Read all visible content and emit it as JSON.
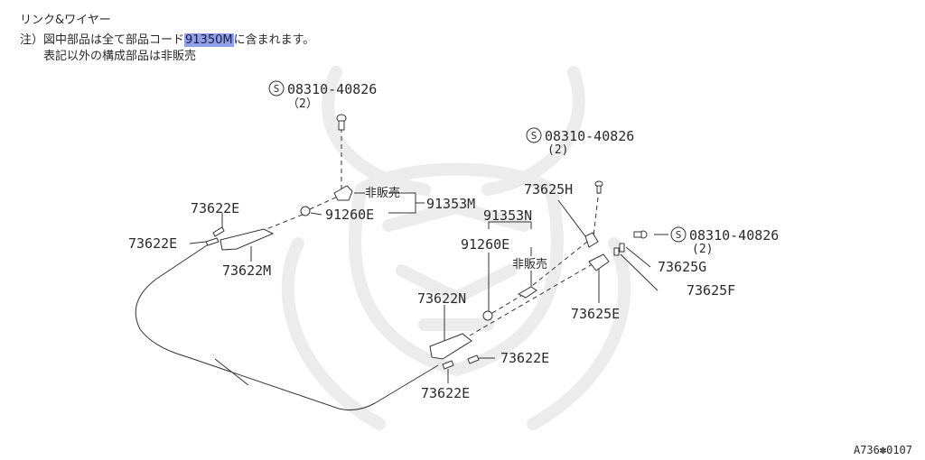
{
  "header": {
    "title": "リンク&ワイヤー",
    "note_prefix": "注）図中部品は全て部品コード",
    "note_code": "91350M",
    "note_suffix": "に含まれます。",
    "note_line2": "表記以外の構成部品は非販売"
  },
  "labels": {
    "screw_top": "08310-40826",
    "screw_top_qty": "（2）",
    "screw_right": "08310-40826",
    "screw_right_qty": "(2)",
    "screw_far": "08310-40826",
    "screw_far_qty": "(2)",
    "s_mark": "S",
    "not_for_sale_1": "非販売",
    "not_for_sale_2": "非販売",
    "p91353M": "91353M",
    "p91260E_left": "91260E",
    "p91353N": "91353N",
    "p91260E_mid": "91260E",
    "p73622E_a": "73622E",
    "p73622E_b": "73622E",
    "p73622M": "73622M",
    "p73625H": "73625H",
    "p73625G": "73625G",
    "p73625F": "73625F",
    "p73625E": "73625E",
    "p73622N": "73622N",
    "p73622E_c": "73622E",
    "p73622E_d": "73622E"
  },
  "footer": {
    "ref_code": "A736✽0107"
  }
}
